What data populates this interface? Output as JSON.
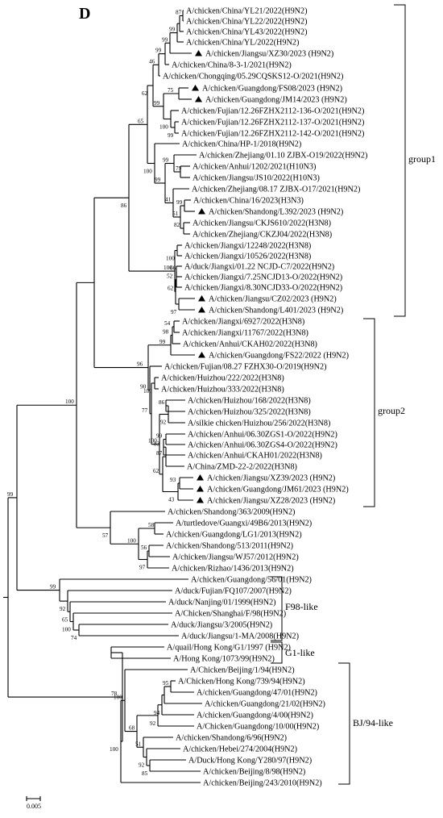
{
  "panel_label": "D",
  "scale_bar_label": "0.005",
  "group_labels": [
    "group1",
    "group2",
    "F98-like",
    "G1-like",
    "BJ/94-like"
  ],
  "tips": [
    "A/chicken/China/YL21/2022(H9N2)",
    "A/chicken/China/YL22/2022(H9N2)",
    "A/chicken/China/YL43/2022(H9N2)",
    "A/chicken/China/YL/2022(H9N2)",
    "A/chicken/Jiangsu/XZ30/2023 (H9N2)",
    "A/chicken/China/8-3-1/2021(H9N2)",
    "A/chicken/Chongqing/05.29CQSKS12-O/2021(H9N2)",
    "A/chicken/Guangdong/FS08/2023 (H9N2)",
    "A/chicken/Guangdong/JM14/2023 (H9N2)",
    "A/chicken/Fujian/12.26FZHX2112-136-O/2021(H9N2)",
    "A/chicken/Fujian/12.26FZHX2112-137-O/2021(H9N2)",
    "A/chicken/Fujian/12.26FZHX2112-142-O/2021(H9N2)",
    "A/chicken/China/HP-1/2018(H9N2)",
    "A/chicken/Zhejiang/01.10 ZJBX-O19/2022(H9N2)",
    "A/chicken/Anhui/1202/2021(H10N3)",
    "A/chicken/Jiangsu/JS10/2022(H10N3)",
    "A/chicken/Zhejiang/08.17 ZJBX-O17/2021(H9N2)",
    "A/chicken/China/16/2023(H3N3)",
    "A/chicken/Shandong/L392/2023 (H9N2)",
    "A/chicken/Jiangsu/CKJS610/2022(H3N8)",
    "A/chicken/Zhejiang/CKZJ04/2022(H3N8)",
    "A/chicken/Jiangxi/12248/2022(H3N8)",
    "A/chicken/Jiangxi/10526/2022(H3N8)",
    "A/duck/Jiangxi/01.22 NCJD-C7/2022(H9N2)",
    "A/chicken/Jiangxi/7.25NCJD13-O/2022(H9N2)",
    "A/chicken/Jiangxi/8.30NCJD33-O/2022(H9N2)",
    "A/chicken/Jiangsu/CZ02/2023 (H9N2)",
    "A/chicken/Shandong/L401/2023 (H9N2)",
    "A/chicken/Jiangxi/6927/2022(H3N8)",
    "A/chicken/Jiangxi/11767/2022(H3N8)",
    "A/chicken/Anhui/CKAH02/2022(H3N8)",
    "A/chicken/Guangdong/FS22/2022 (H9N2)",
    "A/chicken/Fujian/08.27 FZHX30-O/2019(H9N2)",
    "A/chicken/Huizhou/222/2022(H3N8)",
    "A/chicken/Huizhou/333/2022(H3N8)",
    "A/chicken/Huizhou/168/2022(H3N8)",
    "A/chicken/Huizhou/325/2022(H3N8)",
    "A/silkie chicken/Huizhou/256/2022(H3N8)",
    "A/chicken/Anhui/06.30ZGS1-O/2022(H9N2)",
    "A/chicken/Anhui/06.30ZGS4-O/2022(H9N2)",
    "A/chicken/Anhui/CKAH01/2022(H3N8)",
    "A/China/ZMD-22-2/2022(H3N8)",
    "A/chicken/Jiangsu/XZ39/2023 (H9N2)",
    "A/chicken/Guangdong/JM61/2023 (H9N2)",
    "A/chicken/Jiangsu/XZ28/2023 (H9N2)",
    "A/chicken/Shandong/363/2009(H9N2)",
    "A/turtledove/Guangxi/49B6/2013(H9N2)",
    "A/chicken/Guangdong/LG1/2013(H9N2)",
    "A/chicken/Shandong/513/2011(H9N2)",
    "A/chicken/Jiangsu/WJ57/2012(H9N2)",
    "A/chicken/Rizhao/1436/2013(H9N2)",
    "A/chicken/Guangdong/56/01(H9N2)",
    "A/duck/Fujian/FQ107/2007(H9N2)",
    "A/duck/Nanjing/01/1999(H9N2)",
    "A/Chicken/Shanghai/F/98(H9N2)",
    "A/duck/Jiangsu/3/2005(H9N2)",
    "A/duck/Jiangsu/1-MA/2008(H9N2)",
    "A/quail/Hong Kong/G1/1997 (H9N2)",
    "A/Hong Kong/1073/99(H9N2)",
    "A/Chicken/Beijing/1/94(H9N2)",
    "A/Chicken/Hong Kong/739/94(H9N2)",
    "A/chicken/Guangdong/47/01(H9N2)",
    "A/chicken/Guangdong/21/02(H9N2)",
    "A/chicken/Guangdong/4/00(H9N2)",
    "A/Chicken/Guangdong/10/00(H9N2)",
    "A/chicken/Shandong/6/96(H9N2)",
    "A/chicken/Hebei/274/2004(H9N2)",
    "A/Duck/Hong Kong/Y280/97(H9N2)",
    "A/chicken/Beijing/8/98(H9N2)",
    "A/chicken/Beijing/243/2010(H9N2)"
  ],
  "marked_tips": [
    4,
    7,
    8,
    18,
    26,
    27,
    31,
    42,
    43,
    44
  ],
  "bootstrap_labels": [
    "87",
    "99",
    "99",
    "99",
    "46",
    "62",
    "75",
    "99",
    "99",
    "100",
    "65",
    "100",
    "99",
    "79",
    "99",
    "41",
    "99",
    "51",
    "82",
    "86",
    "100",
    "100",
    "66",
    "52",
    "62",
    "97",
    "96",
    "54",
    "99",
    "98",
    "100",
    "90",
    "77",
    "86",
    "100",
    "92",
    "87",
    "99",
    "83",
    "62",
    "93",
    "43",
    "100",
    "57",
    "58",
    "100",
    "56",
    "97",
    "99",
    "99",
    "92",
    "65",
    "95",
    "74",
    "100",
    "78",
    "100",
    "95",
    "94",
    "92",
    "68",
    "51",
    "92",
    "85",
    "100"
  ]
}
